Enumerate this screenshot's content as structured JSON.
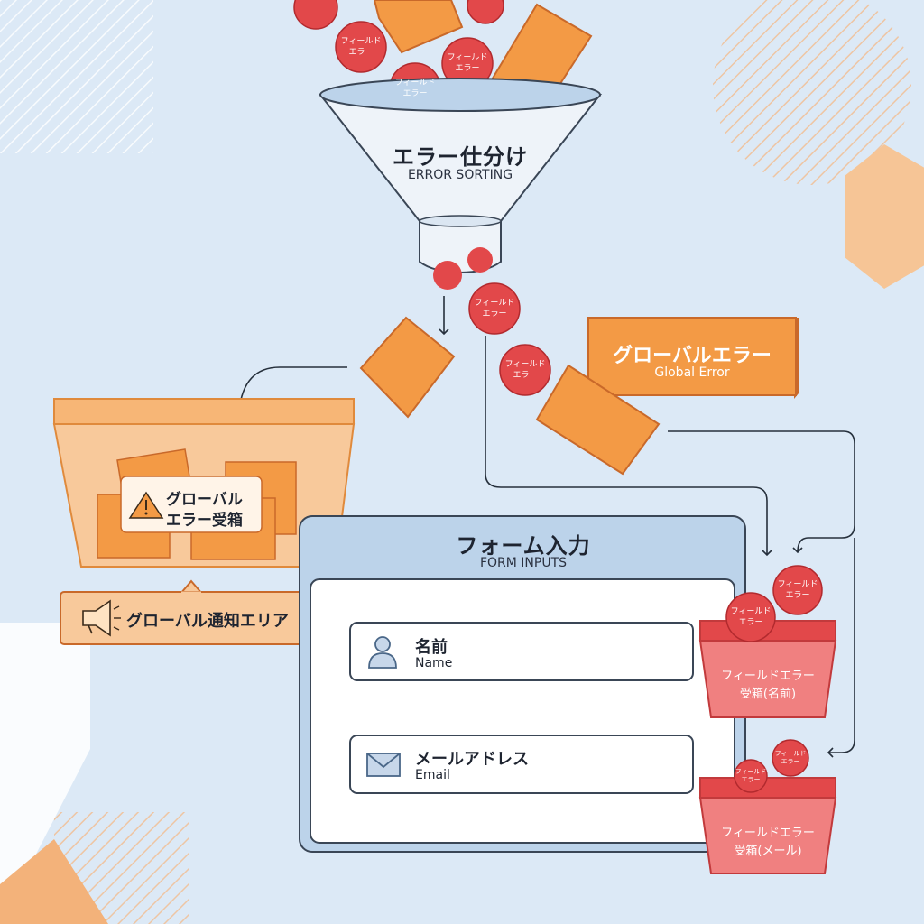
{
  "funnel": {
    "title_ja": "エラー仕分け",
    "title_en": "ERROR SORTING"
  },
  "ball_label": "フィールド\nエラー",
  "global_error_card": {
    "title_ja": "グローバルエラー",
    "title_en": "Global Error"
  },
  "global_bin": {
    "label_line1": "グローバル",
    "label_line2": "エラー受箱"
  },
  "global_notice": {
    "label": "グローバル通知エリア"
  },
  "form": {
    "title_ja": "フォーム入力",
    "title_en": "FORM INPUTS",
    "fields": [
      {
        "label_ja": "名前",
        "label_en": "Name",
        "icon": "person-icon"
      },
      {
        "label_ja": "メールアドレス",
        "label_en": "Email",
        "icon": "envelope-icon"
      }
    ]
  },
  "field_bins": [
    {
      "label_line1": "フィールドエラー",
      "label_line2": "受箱(名前)"
    },
    {
      "label_line1": "フィールドエラー",
      "label_line2": "受箱(メール)"
    }
  ],
  "colors": {
    "background": "#dce9f6",
    "orange": "#f39a45",
    "orange_dark": "#c9692a",
    "red": "#e2484a",
    "red_light": "#f08080",
    "line": "#26303c"
  }
}
